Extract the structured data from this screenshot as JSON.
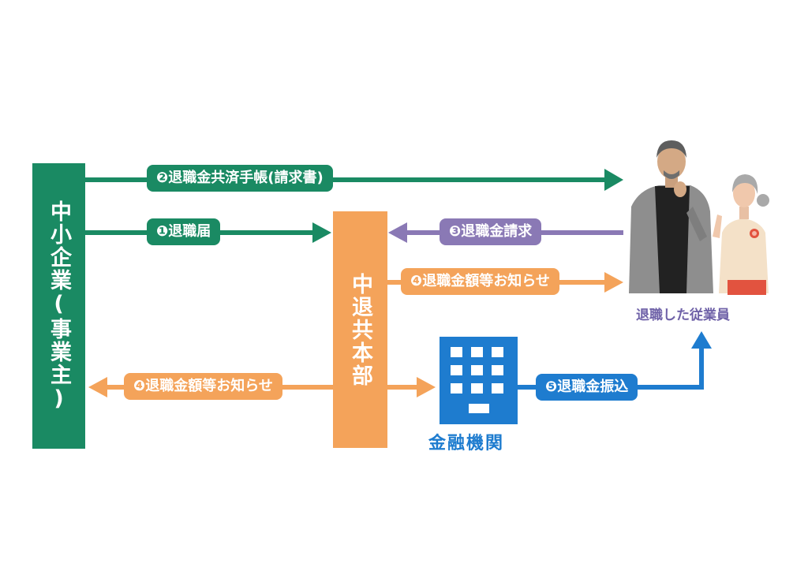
{
  "entities": {
    "company": "中小企業(事業主)",
    "chutaikyo": "中退共本部",
    "bank": "金融機関",
    "employee": "退職した従業員"
  },
  "flows": {
    "step2_notebook": "❷退職金共済手帳(請求書)",
    "step1_resignation": "❶退職届",
    "step3_claim": "❸退職金請求",
    "step4_notice_employee": "❹退職金額等お知らせ",
    "step4_notice_company": "❹退職金額等お知らせ",
    "step5_transfer": "❺退職金振込"
  },
  "colors": {
    "green": "#1a8a63",
    "orange": "#f4a35a",
    "purple": "#8a79b5",
    "blue": "#1e7ccf"
  },
  "icons": {
    "bank": "building-icon",
    "employee": "retired-couple-illustration"
  }
}
